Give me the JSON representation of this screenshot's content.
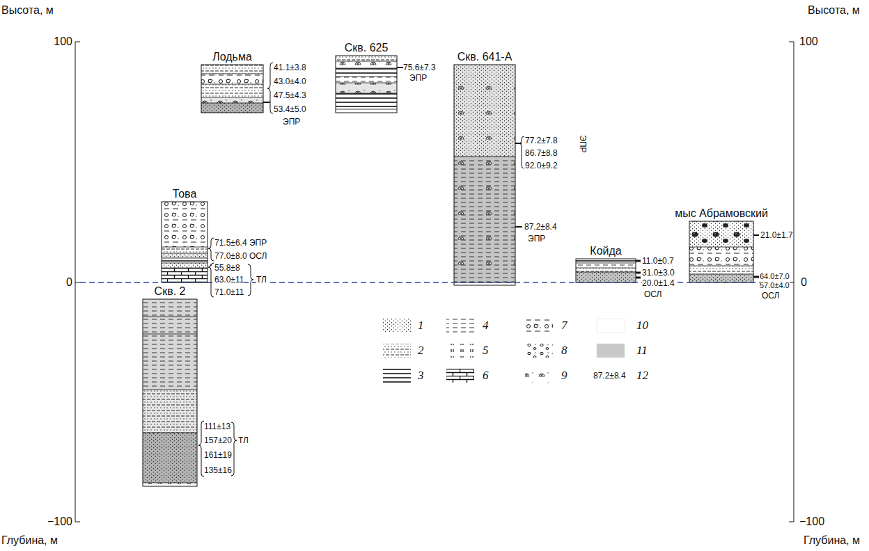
{
  "diagram": {
    "nodes": [
      {
        "text": [
          "Скв. 2"
        ]
      },
      {
        "text": [
          "Това"
        ]
      },
      {
        "text": [
          "Лодьма"
        ]
      },
      {
        "text": [
          "Скв. 625"
        ]
      },
      {
        "text": [
          "Скв. 641-А"
        ]
      },
      {
        "text": [
          "Койда"
        ]
      },
      {
        "text": [
          "мыс Абрамовский"
        ]
      }
    ],
    "labels": [
      "Высота, м",
      "Высота, м",
      "100",
      "100",
      "0",
      "0",
      "−100",
      "−100",
      "Глубина, м",
      "Глубина, м",
      "41.1±3.8",
      "43.0±4.0",
      "47.5±4.3",
      "53.4±5.0",
      "ЭПР",
      "75.6±7.3",
      "ЭПР",
      "77.2±7.8",
      "86.7±8.8",
      "92.0±9.2",
      "ЭПР",
      "87.2±8.4",
      "ЭПР",
      "71.5±6.4 ЭПР",
      "77.0±8.0 ОСЛ",
      "55.8±8",
      "63.0±11",
      "71.0±11",
      "ТЛ",
      "111±13",
      "157±20",
      "161±19",
      "135±16",
      "ТЛ",
      "11.0±0.7",
      "31.0±3.0",
      "20.0±1.4",
      "ОСЛ",
      "21.0±1.7",
      "64.0±7.0",
      "57.0±4.0",
      "ОСЛ",
      "87.2±8.4"
    ],
    "legend": [
      {
        "text": "1"
      },
      {
        "text": "2"
      },
      {
        "text": "3"
      },
      {
        "text": "4"
      },
      {
        "text": "5"
      },
      {
        "text": "6"
      },
      {
        "text": "7"
      },
      {
        "text": "8"
      },
      {
        "text": "9"
      },
      {
        "text": "10",
        "color": "#ffffff"
      },
      {
        "text": "11",
        "color": "#c8c8c8"
      },
      {
        "text": "12"
      }
    ]
  }
}
